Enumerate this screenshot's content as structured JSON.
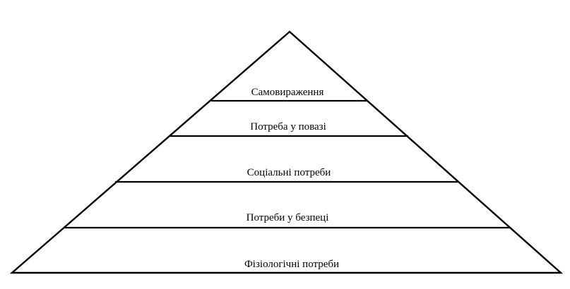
{
  "diagram": {
    "levels": [
      {
        "label": "Самовираження"
      },
      {
        "label": "Потреба у повазі"
      },
      {
        "label": "Соціальні потреби"
      },
      {
        "label": "Потреби у безпеці"
      },
      {
        "label": "Фізіологічні потреби"
      }
    ]
  }
}
